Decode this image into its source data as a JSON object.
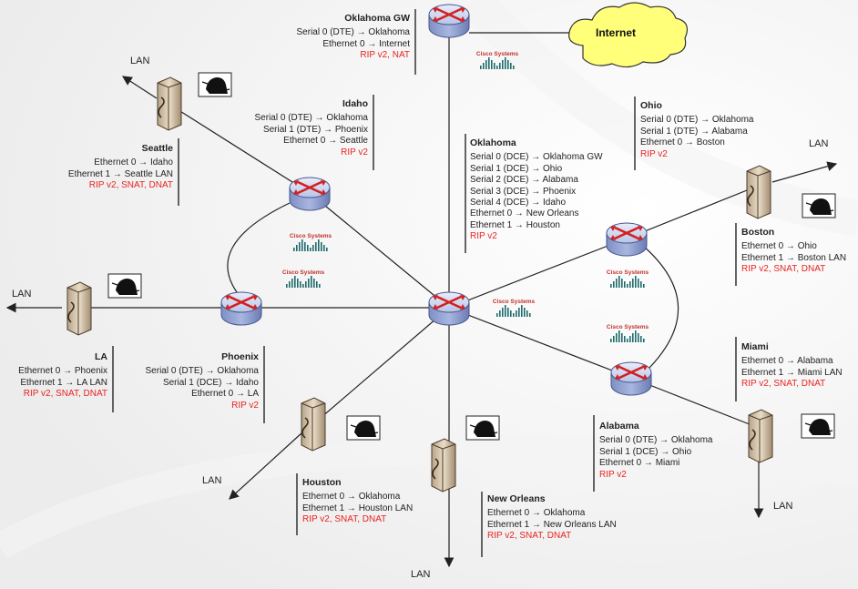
{
  "internet_label": "Internet",
  "cisco_label": "Cisco Systems",
  "lan_label": "LAN",
  "routers": {
    "oklahoma_gw": {
      "title": "Oklahoma GW",
      "lines": [
        "Serial 0 (DTE) → Oklahoma",
        "Ethernet 0 → Internet"
      ],
      "proto": "RIP v2, NAT"
    },
    "idaho": {
      "title": "Idaho",
      "lines": [
        "Serial 0 (DTE) → Oklahoma",
        "Serial 1 (DTE) → Phoenix",
        "Ethernet 0 → Seattle"
      ],
      "proto": "RIP v2"
    },
    "oklahoma": {
      "title": "Oklahoma",
      "lines": [
        "Serial 0 (DCE) → Oklahoma GW",
        "Serial 1 (DCE) → Ohio",
        "Serial 2 (DCE) → Alabama",
        "Serial 3 (DCE) → Phoenix",
        "Serial 4 (DCE) → Idaho",
        "Ethernet 0 → New Orleans",
        "Ethernet 1 → Houston"
      ],
      "proto": "RIP v2"
    },
    "ohio": {
      "title": "Ohio",
      "lines": [
        "Serial 0 (DTE) → Oklahoma",
        "Serial 1 (DTE) → Alabama",
        "Ethernet 0 → Boston"
      ],
      "proto": "RIP v2"
    },
    "phoenix": {
      "title": "Phoenix",
      "lines": [
        "Serial 0 (DTE) → Oklahoma",
        "Serial 1 (DCE) → Idaho",
        "Ethernet 0 → LA"
      ],
      "proto": "RIP v2"
    },
    "alabama": {
      "title": "Alabama",
      "lines": [
        "Serial 0 (DTE) → Oklahoma",
        "Serial 1 (DCE) → Ohio",
        "Ethernet 0 → Miami"
      ],
      "proto": "RIP v2"
    }
  },
  "servers": {
    "seattle": {
      "title": "Seattle",
      "lines": [
        "Ethernet 0 → Idaho",
        "Ethernet 1 → Seattle LAN"
      ],
      "proto": "RIP v2, SNAT, DNAT"
    },
    "la": {
      "title": "LA",
      "lines": [
        "Ethernet 0 → Phoenix",
        "Ethernet 1 → LA LAN"
      ],
      "proto": "RIP v2, SNAT, DNAT"
    },
    "houston": {
      "title": "Houston",
      "lines": [
        "Ethernet 0 → Oklahoma",
        "Ethernet 1 → Houston LAN"
      ],
      "proto": "RIP v2, SNAT, DNAT"
    },
    "new_orleans": {
      "title": "New Orleans",
      "lines": [
        "Ethernet 0 → Oklahoma",
        "Ethernet 1 → New Orleans LAN"
      ],
      "proto": "RIP v2, SNAT, DNAT"
    },
    "boston": {
      "title": "Boston",
      "lines": [
        "Ethernet 0 → Ohio",
        "Ethernet 1 → Boston LAN"
      ],
      "proto": "RIP v2, SNAT, DNAT"
    },
    "miami": {
      "title": "Miami",
      "lines": [
        "Ethernet 0 → Alabama",
        "Ethernet 1 → Miami LAN"
      ],
      "proto": "RIP v2, SNAT, DNAT"
    }
  }
}
